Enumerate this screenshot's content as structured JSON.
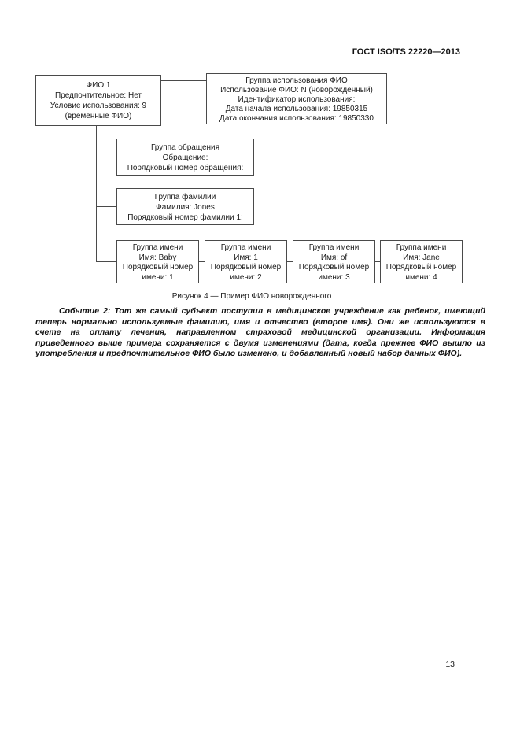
{
  "header": {
    "doc_number": "ГОСТ ISO/TS 22220—2013"
  },
  "diagram": {
    "fio_box": {
      "lines": [
        "ФИО 1",
        "Предпочтительное: Нет",
        "Условие использования: 9",
        "(временные ФИО)"
      ]
    },
    "usage_box": {
      "lines": [
        "Группа использования ФИО",
        "Использование ФИО: N (новорожденный)",
        "Идентификатор использования:",
        "Дата начала использования: 19850315",
        "Дата окончания использования: 19850330"
      ]
    },
    "salutation_box": {
      "lines": [
        "Группа обращения",
        "Обращение:",
        "Порядковый номер обращения:"
      ]
    },
    "family_box": {
      "lines": [
        "Группа фамилии",
        "Фамилия: Jones",
        "Порядковый номер фамилии 1:"
      ]
    },
    "name_boxes": [
      {
        "lines": [
          "Группа имени",
          "Имя: Baby",
          "Порядковый номер",
          "имени: 1"
        ]
      },
      {
        "lines": [
          "Группа имени",
          "Имя: 1",
          "Порядковый номер",
          "имени: 2"
        ]
      },
      {
        "lines": [
          "Группа имени",
          "Имя: of",
          "Порядковый номер",
          "имени: 3"
        ]
      },
      {
        "lines": [
          "Группа имени",
          "Имя: Jane",
          "Порядковый номер",
          "имени: 4"
        ]
      }
    ]
  },
  "figure": {
    "caption": "Рисунок 4 — Пример ФИО новорожденного"
  },
  "body_text": {
    "event_paragraph": "Событие 2: Тот же самый субъект поступил в медицинское учреждение как ребенок, имеющий теперь нормально используемые фамилию, имя и отчество (второе имя). Они же используются в счете на оплату лечения, направленном страховой медицинской организации. Информация приведенного выше примера сохраняется с двумя изменениями (дата, когда прежнее ФИО вышло из употребления и предпочтительное ФИО было изменено, и добавленный новый набор данных ФИО)."
  },
  "footer": {
    "page_number": "13"
  }
}
